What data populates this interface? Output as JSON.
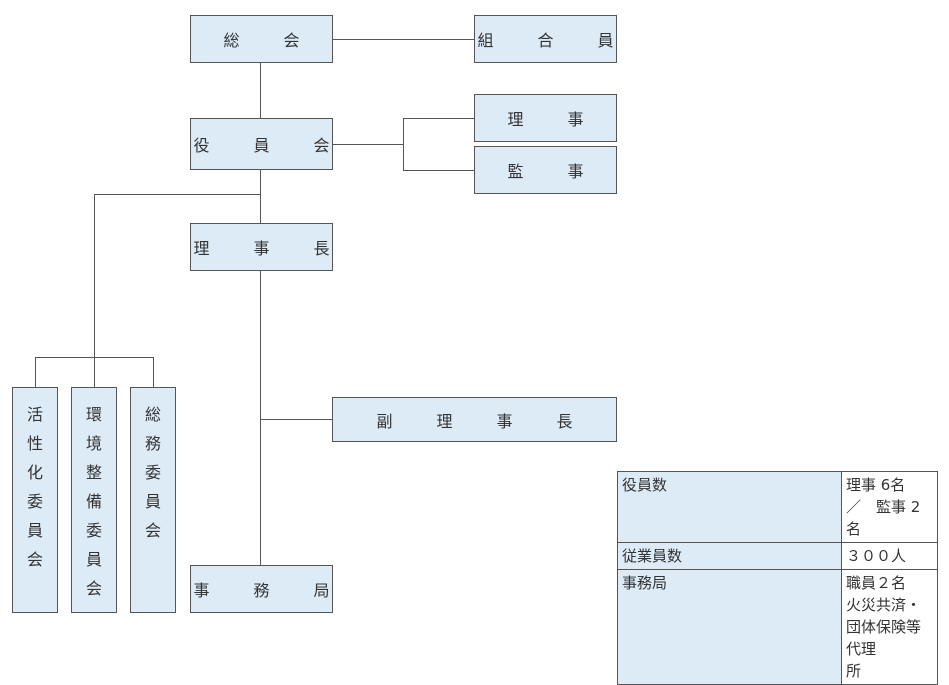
{
  "nodes": {
    "general_meeting": "総　会",
    "members": "組　合　員",
    "board": "役　員　会",
    "directors": "理　事",
    "auditors": "監　事",
    "chairman": "理　事　長",
    "vice_chairman": "副　理　事　長",
    "secretariat": "事　務　局"
  },
  "committees": [
    {
      "label": "活性化委員会",
      "chars": [
        "活",
        "性",
        "化",
        "委",
        "員",
        "会"
      ]
    },
    {
      "label": "環境整備委員会",
      "chars": [
        "環",
        "境",
        "整",
        "備",
        "委",
        "員",
        "会"
      ]
    },
    {
      "label": "総務委員会",
      "chars": [
        "総",
        "務",
        "委",
        "員",
        "会"
      ]
    }
  ],
  "info_table": {
    "rows": [
      {
        "key": "役員数",
        "value": [
          "理事 6名　／　監事 2名"
        ]
      },
      {
        "key": "従業員数",
        "value": [
          "３００人"
        ]
      },
      {
        "key": "事務局",
        "value": [
          "職員２名",
          "火災共済・団体保険等代理",
          "所"
        ]
      }
    ]
  }
}
